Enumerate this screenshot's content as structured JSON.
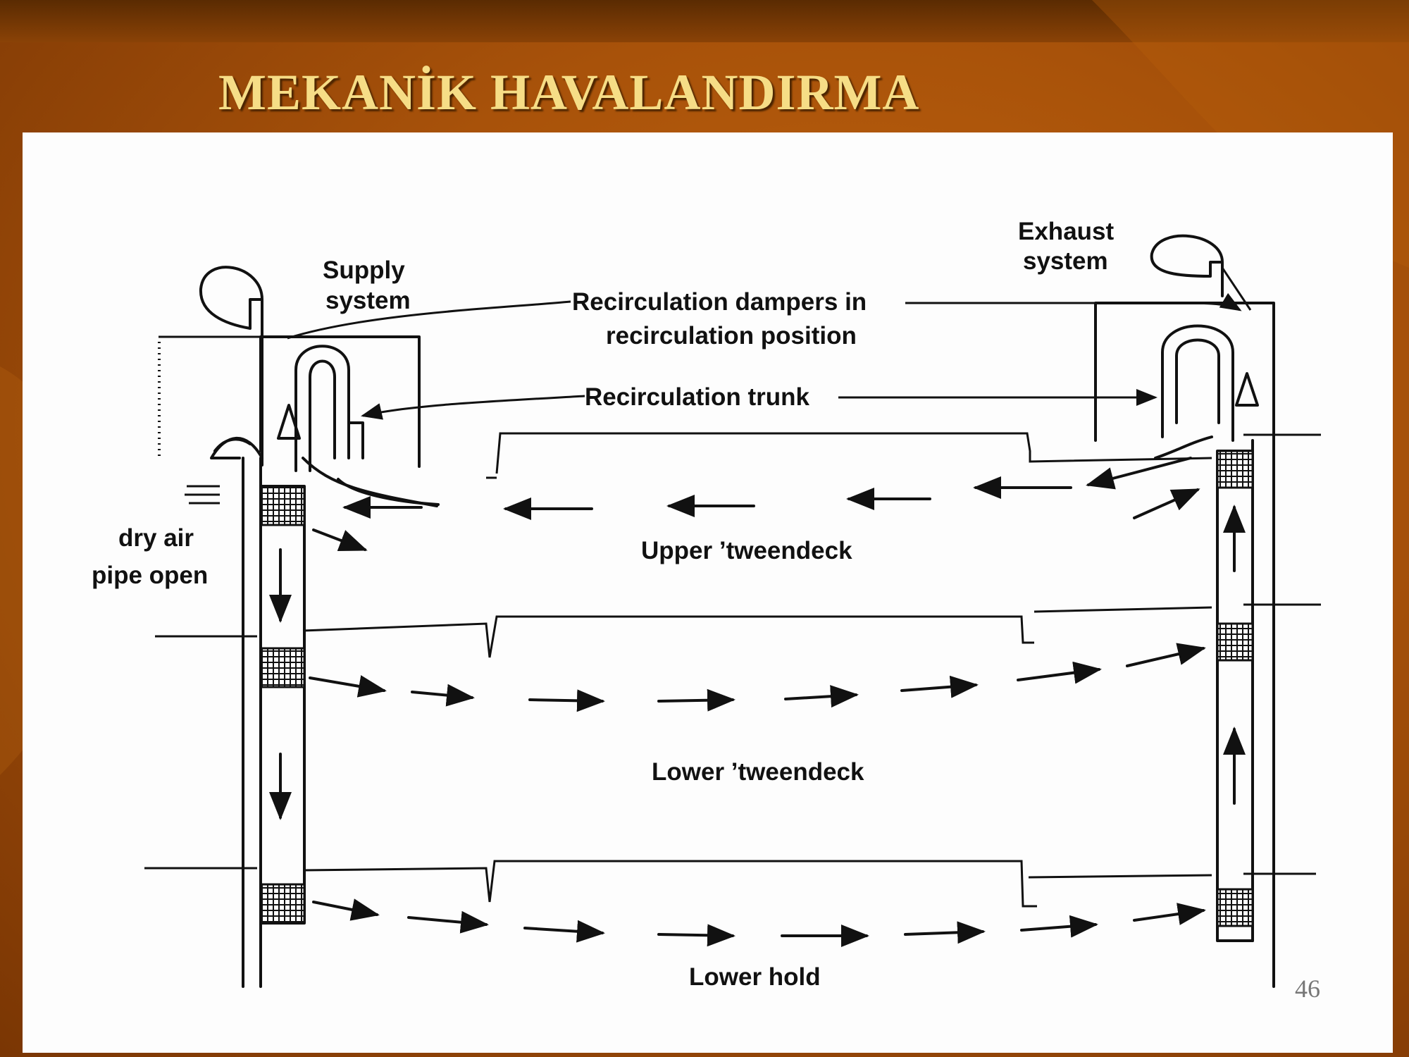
{
  "slide": {
    "title": "MEKANİK HAVALANDIRMA",
    "page_number": "46"
  },
  "diagram": {
    "labels": {
      "supply_line1": "Supply",
      "supply_line2": "system",
      "exhaust_line1": "Exhaust",
      "exhaust_line2": "system",
      "dampers_line1": "Recirculation dampers in",
      "dampers_line2": "recirculation position",
      "trunk": "Recirculation trunk",
      "dry_air_line1": "dry air",
      "dry_air_line2": "pipe open",
      "upper_tweendeck": "Upper ’tweendeck",
      "lower_tweendeck": "Lower ’tweendeck",
      "lower_hold": "Lower hold"
    }
  },
  "colors": {
    "background": "#a8520a",
    "title": "#f6dd86",
    "panel": "#fdfdfd",
    "ink": "#111111"
  }
}
